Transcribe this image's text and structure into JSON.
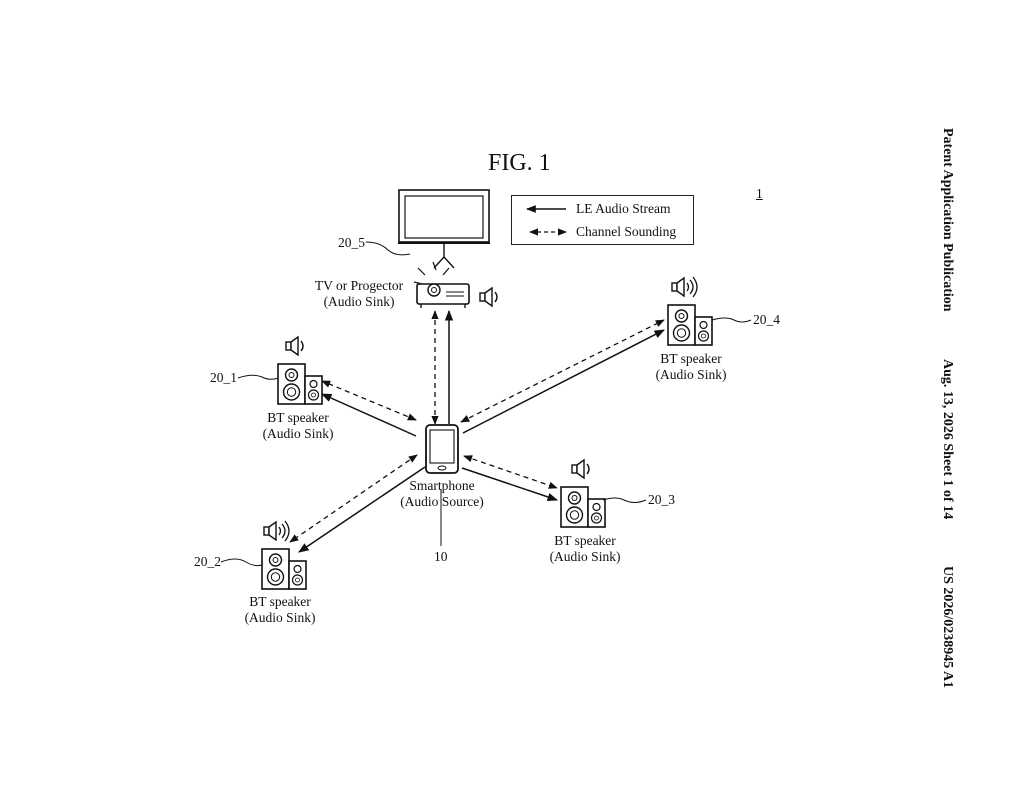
{
  "figure": {
    "title": "FIG. 1",
    "ref": "1"
  },
  "header": {
    "publication": "Patent Application Publication",
    "date_sheet": "Aug. 13, 2026  Sheet 1 of 14",
    "number": "US 2026/0238945 A1"
  },
  "legend": {
    "stream": "LE Audio Stream",
    "sounding": "Channel Sounding"
  },
  "nodes": {
    "projector": {
      "ref": "20_5",
      "line1": "TV or Progector",
      "line2": "(Audio Sink)"
    },
    "speaker1": {
      "ref": "20_1",
      "line1": "BT speaker",
      "line2": "(Audio Sink)"
    },
    "speaker2": {
      "ref": "20_2",
      "line1": "BT speaker",
      "line2": "(Audio Sink)"
    },
    "speaker3": {
      "ref": "20_3",
      "line1": "BT speaker",
      "line2": "(Audio Sink)"
    },
    "speaker4": {
      "ref": "20_4",
      "line1": "BT speaker",
      "line2": "(Audio Sink)"
    },
    "smartphone": {
      "ref": "10",
      "line1": "Smartphone",
      "line2": "(Audio Source)"
    }
  }
}
